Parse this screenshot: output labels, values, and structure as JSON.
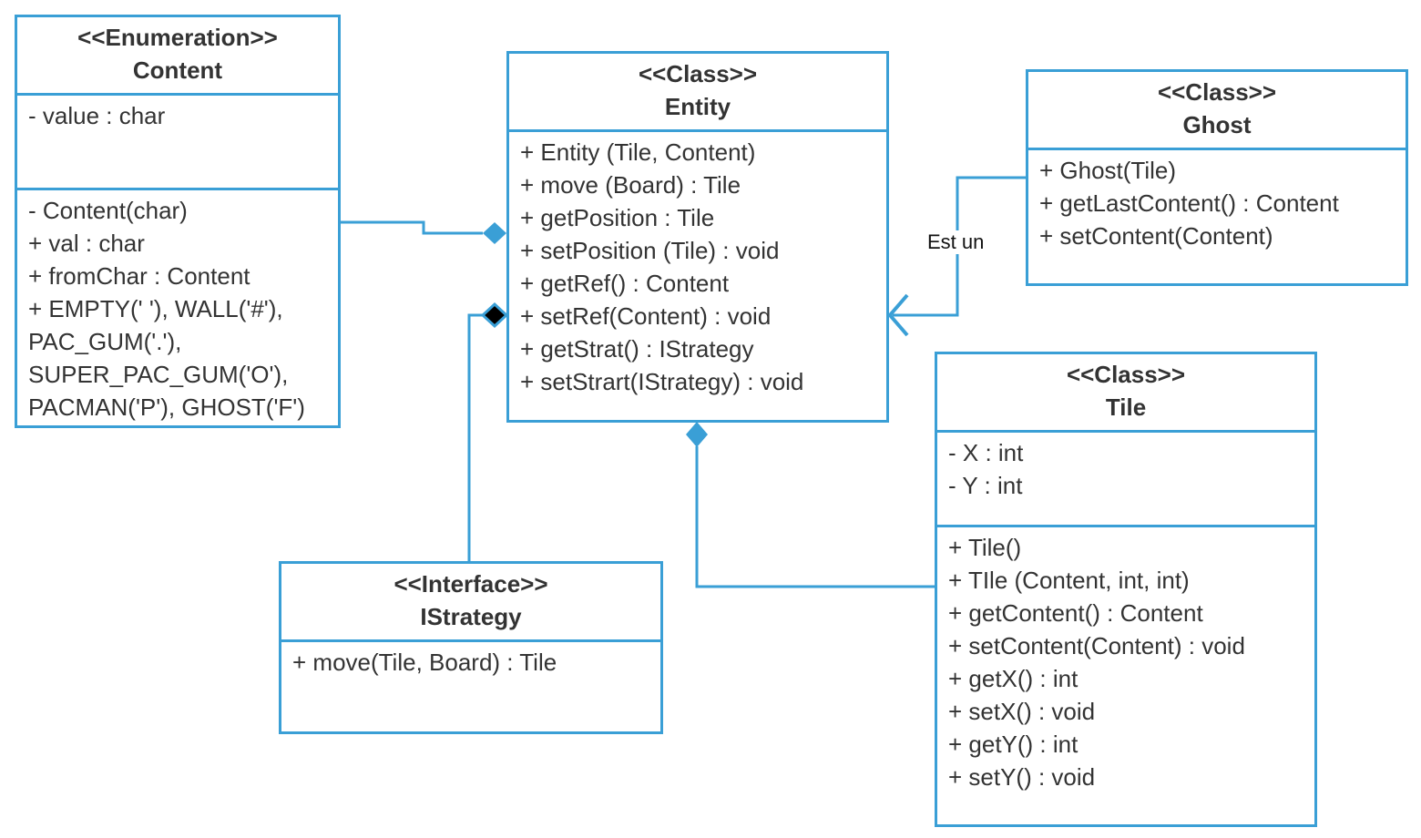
{
  "colors": {
    "line": "#3a9fd6",
    "text": "#333333",
    "background": "#ffffff"
  },
  "boxes": {
    "content": {
      "stereotype": "<<Enumeration>>",
      "name": "Content",
      "attributes": [
        "- value : char"
      ],
      "operations": [
        "- Content(char)",
        "+ val : char",
        "+ fromChar : Content",
        "+ EMPTY(' '), WALL('#'),",
        "PAC_GUM('.'),",
        "SUPER_PAC_GUM('O'),",
        "PACMAN('P'), GHOST('F')"
      ]
    },
    "entity": {
      "stereotype": "<<Class>>",
      "name": "Entity",
      "operations": [
        "+ Entity (Tile, Content)",
        "+ move (Board) : Tile",
        "+ getPosition : Tile",
        "+ setPosition (Tile) : void",
        "+ getRef() : Content",
        "+ setRef(Content) : void",
        "+ getStrat() : IStrategy",
        "+ setStrart(IStrategy) : void"
      ]
    },
    "ghost": {
      "stereotype": "<<Class>>",
      "name": "Ghost",
      "operations": [
        "+ Ghost(Tile)",
        "+ getLastContent() : Content",
        "+ setContent(Content)"
      ]
    },
    "tile": {
      "stereotype": "<<Class>>",
      "name": "Tile",
      "attributes": [
        "- X : int",
        "- Y : int"
      ],
      "operations": [
        "+ Tile()",
        "+ TIle (Content, int, int)",
        "+ getContent() : Content",
        "+ setContent(Content) : void",
        "+ getX() : int",
        "+ setX() : void",
        "+ getY() : int",
        "+ setY() : void"
      ]
    },
    "istrategy": {
      "stereotype": "<<Interface>>",
      "name": "IStrategy",
      "operations": [
        "+ move(Tile, Board) : Tile"
      ]
    }
  },
  "connectors": {
    "ghost_entity_label": "Est un"
  }
}
